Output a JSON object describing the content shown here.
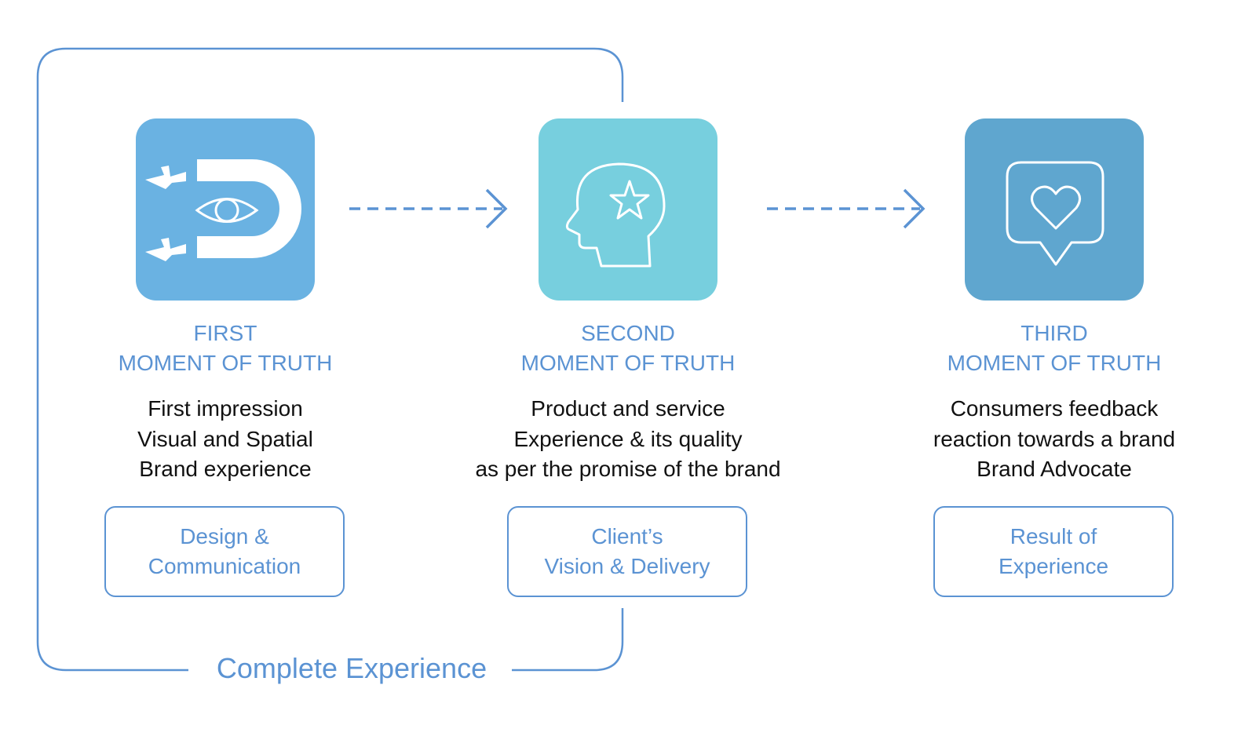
{
  "colors": {
    "accent": "#5b93d3",
    "tile1": "#6ab2e2",
    "tile2": "#77cfde",
    "tile3": "#5fa6cf",
    "text": "#111111"
  },
  "moments": [
    {
      "icon": "magnet-eye-icon",
      "title_line1": "FIRST",
      "title_line2": "MOMENT OF TRUTH",
      "desc": [
        "First impression",
        "Visual and Spatial",
        "Brand experience"
      ],
      "box": [
        "Design &",
        "Communication"
      ]
    },
    {
      "icon": "head-star-icon",
      "title_line1": "SECOND",
      "title_line2": "MOMENT OF TRUTH",
      "desc": [
        "Product and service",
        "Experience & its quality",
        "as per the promise of the brand"
      ],
      "box": [
        "Client’s",
        "Vision & Delivery"
      ]
    },
    {
      "icon": "speech-heart-icon",
      "title_line1": "THIRD",
      "title_line2": "MOMENT OF TRUTH",
      "desc": [
        "Consumers feedback",
        "reaction towards a brand",
        "Brand Advocate"
      ],
      "box": [
        "Result of",
        "Experience"
      ]
    }
  ],
  "footer_label": "Complete Experience"
}
